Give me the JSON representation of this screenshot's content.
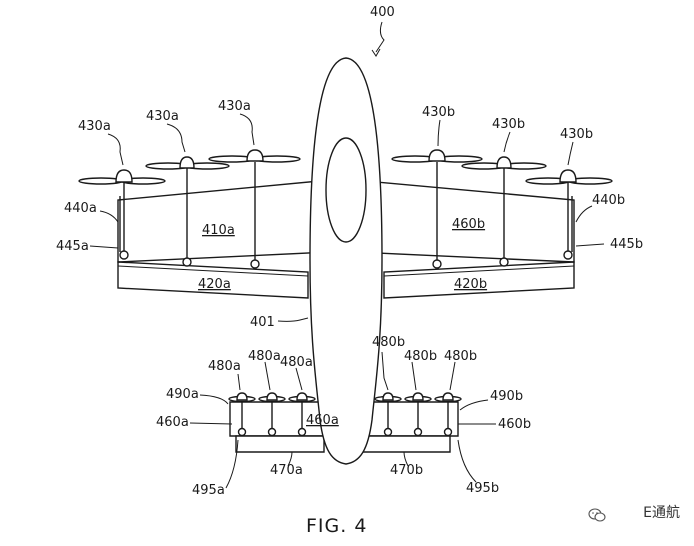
{
  "figure": {
    "caption": "FIG. 4",
    "watermark_text": "E通航",
    "watermark_icon": "wechat-icon"
  },
  "labels": {
    "aircraft": "400",
    "fuselage": "401",
    "wing_left": "410a",
    "wing_right": "460b",
    "wing_flap_left": "420a",
    "wing_flap_right": "420b",
    "rotor_front_left": [
      "430a",
      "430a",
      "430a"
    ],
    "rotor_front_right": [
      "430b",
      "430b",
      "430b"
    ],
    "boom_front_left": "440a",
    "boom_front_right": "440b",
    "hinge_front_left": "445a",
    "hinge_front_right": "445b",
    "rotor_rear_left": [
      "480a",
      "480a",
      "480a"
    ],
    "rotor_rear_right": [
      "480b",
      "480b",
      "480b"
    ],
    "tail_left": "460a",
    "tail_left_outer": "460a",
    "tail_right_outer": "460b",
    "boom_rear_left": "490a",
    "boom_rear_right": "490b",
    "tail_flap_left": "470a",
    "tail_flap_right": "470b",
    "hinge_rear_left": "495a",
    "hinge_rear_right": "495b"
  }
}
